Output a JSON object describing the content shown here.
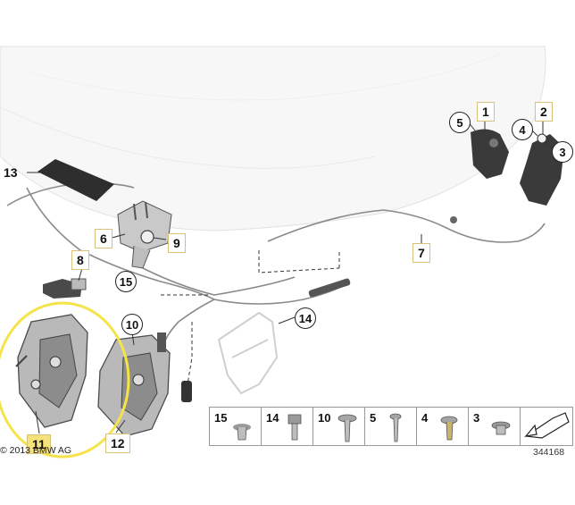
{
  "callouts": {
    "c1": "1",
    "c2": "2",
    "c3": "3",
    "c4": "4",
    "c5": "5",
    "c6": "6",
    "c7": "7",
    "c8": "8",
    "c9": "9",
    "c10": "10",
    "c11": "11",
    "c12": "12",
    "c13": "13",
    "c14": "14",
    "c15": "15"
  },
  "legend": [
    {
      "label": "15",
      "icon": "push-rivet-icon"
    },
    {
      "label": "14",
      "icon": "hex-bolt-washer-icon"
    },
    {
      "label": "10",
      "icon": "wide-head-screw-icon"
    },
    {
      "label": "5",
      "icon": "countersunk-screw-icon"
    },
    {
      "label": "4",
      "icon": "flange-screw-icon"
    },
    {
      "label": "3",
      "icon": "hex-flange-nut-icon"
    }
  ],
  "copyright": "© 2013 BMW AG",
  "diagram_number": "344168",
  "highlight_color": "#f5e34a"
}
